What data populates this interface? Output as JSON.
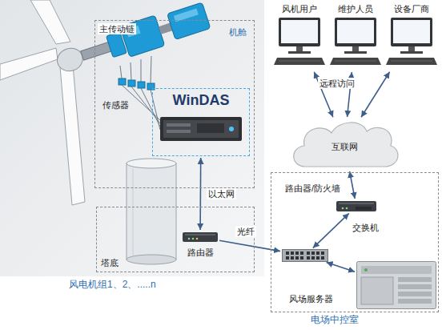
{
  "diagram": {
    "nodes": [
      {
        "text": [
          "机舱"
        ]
      },
      {
        "text": [
          "WinDAS"
        ],
        "in": 0
      },
      {
        "text": [
          "塔底"
        ]
      },
      {
        "text": [
          "路由器"
        ],
        "in": 2
      },
      {
        "text": [
          "风机用户"
        ]
      },
      {
        "text": [
          "维护人员"
        ]
      },
      {
        "text": [
          "设备厂商"
        ]
      },
      {
        "text": [
          "互联网"
        ]
      },
      {
        "text": [
          "电场中控室"
        ]
      },
      {
        "text": [
          "路由器/防火墙"
        ],
        "in": 8
      },
      {
        "text": [
          "交换机"
        ],
        "in": 8
      },
      {
        "text": [
          "风场服务器"
        ],
        "in": 8
      }
    ],
    "edges": [
      {
        "from": 1,
        "to": 3,
        "label": "以太网",
        "arrow": "both"
      },
      {
        "from": 3,
        "to": 10,
        "label": "光纤",
        "arrow": "to"
      },
      {
        "from": 4,
        "to": 7,
        "arrow": "both"
      },
      {
        "from": 5,
        "to": 7,
        "arrow": "both"
      },
      {
        "from": 6,
        "to": 7,
        "arrow": "both"
      },
      {
        "from": 7,
        "to": 9,
        "arrow": "both"
      },
      {
        "from": 9,
        "to": 10,
        "arrow": "both"
      },
      {
        "from": 10,
        "to": 11,
        "arrow": "both"
      }
    ],
    "labels": [
      "主传动链",
      "传感器",
      "风电机组1、2、.....n",
      "远程访问"
    ]
  }
}
